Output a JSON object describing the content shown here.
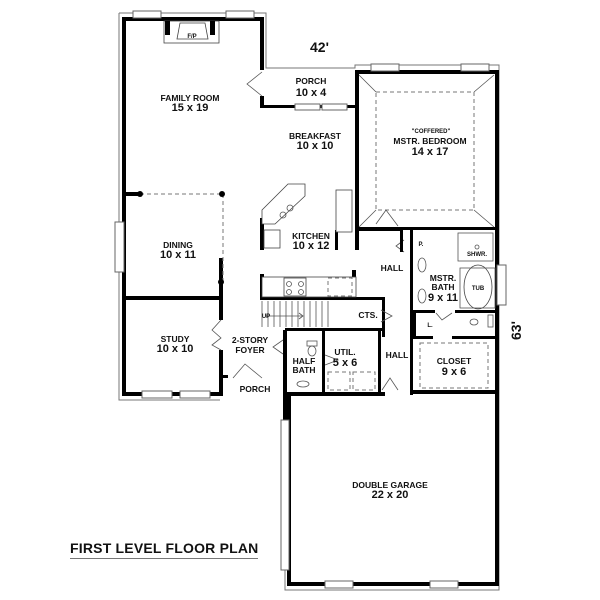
{
  "title": "FIRST LEVEL FLOOR PLAN",
  "overall_dimensions": {
    "width": "42'",
    "depth": "63'"
  },
  "rooms": {
    "fireplace": {
      "name": "F/P"
    },
    "family_room": {
      "name": "FAMILY ROOM",
      "size": "15 x 19"
    },
    "rear_porch": {
      "name": "PORCH",
      "size": "10 x 4"
    },
    "breakfast": {
      "name": "BREAKFAST",
      "size": "10 x 10"
    },
    "master_bedroom": {
      "note": "\"COFFERED\"",
      "name": "MSTR. BEDROOM",
      "size": "14 x 17"
    },
    "dining": {
      "name": "DINING",
      "size": "10 x 11"
    },
    "kitchen": {
      "name": "KITCHEN",
      "size": "10 x 12"
    },
    "pantry": {
      "name": "P."
    },
    "shower": {
      "name": "SHWR."
    },
    "hall_upper": {
      "name": "HALL"
    },
    "master_bath": {
      "name_line1": "MSTR.",
      "name_line2": "BATH",
      "size": "9 x 11"
    },
    "tub": {
      "name": "TUB"
    },
    "linen": {
      "name": "L."
    },
    "stairs": {
      "label": "UP"
    },
    "closets": {
      "name": "CTS."
    },
    "study": {
      "name": "STUDY",
      "size": "10 x 10"
    },
    "foyer": {
      "name_line1": "2-STORY",
      "name_line2": "FOYER"
    },
    "half_bath": {
      "name_line1": "HALF",
      "name_line2": "BATH"
    },
    "utility": {
      "name": "UTIL.",
      "size": "5 x 6"
    },
    "hall_lower": {
      "name": "HALL"
    },
    "closet": {
      "name": "CLOSET",
      "size": "9 x 6"
    },
    "front_porch": {
      "name": "PORCH"
    },
    "garage": {
      "name": "DOUBLE GARAGE",
      "size": "22 x 20"
    }
  }
}
